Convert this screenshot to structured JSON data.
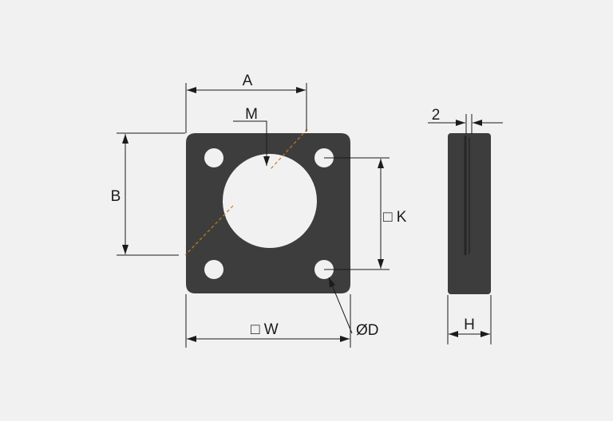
{
  "colors": {
    "background": "#f1f1f1",
    "part_fill": "#3d3d3d",
    "dim_line": "#1b1b1b",
    "hidden_line": "#c57a1c"
  },
  "labels": {
    "a": "A",
    "m": "M",
    "b": "B",
    "k": "□ K",
    "w": "□ W",
    "d": "ØD",
    "thickness": "2",
    "h": "H"
  }
}
